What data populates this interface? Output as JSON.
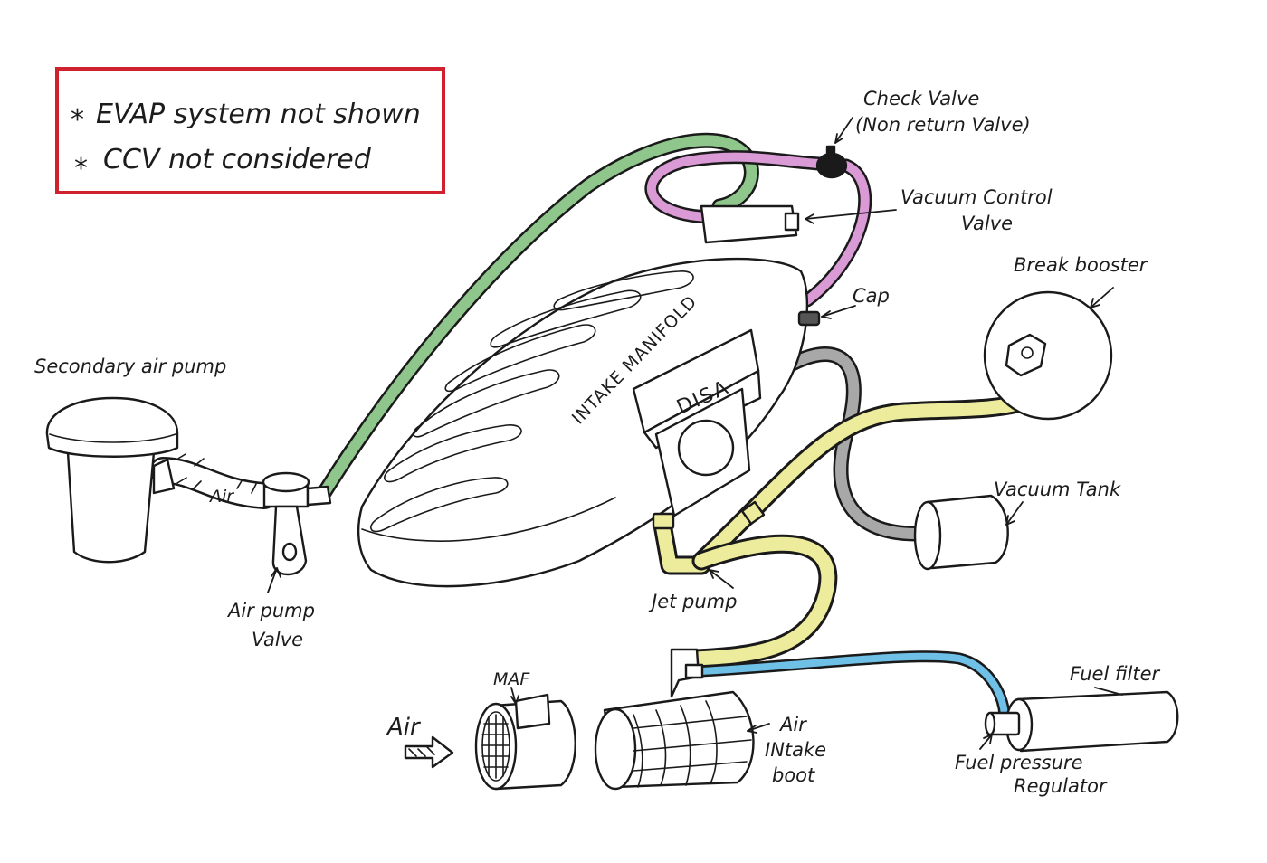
{
  "notes": {
    "line1": "EVAP system not shown",
    "line2": "CCV not considered",
    "bullet": "*",
    "border_color": "#d0212f"
  },
  "labels": {
    "check_valve": "Check Valve",
    "check_valve_sub": "(Non return Valve)",
    "vacuum_control_1": "Vacuum Control",
    "vacuum_control_2": "Valve",
    "cap": "Cap",
    "break_booster": "Break booster",
    "secondary_air_pump": "Secondary air pump",
    "air_in_hose": "Air",
    "intake_manifold": "INTAKE MANIFOLD",
    "disa": "DISA",
    "vacuum_tank": "Vacuum Tank",
    "air_pump_valve_1": "Air pump",
    "air_pump_valve_2": "Valve",
    "jet_pump": "Jet pump",
    "maf": "MAF",
    "air_inlet": "Air",
    "air_intake_boot_1": "Air",
    "air_intake_boot_2": "INtake",
    "air_intake_boot_3": "boot",
    "fuel_filter": "Fuel filter",
    "fuel_pressure_regulator_1": "Fuel pressure",
    "fuel_pressure_regulator_2": "Regulator"
  },
  "hose_colors": {
    "green": "#8fc68c",
    "pink": "#d99ad6",
    "yellow": "#ecec9c",
    "gray": "#a8a8a8",
    "blue": "#6fc0e6"
  },
  "fill_colors": {
    "valve_black": "#1a1a1a",
    "part_white": "#ffffff"
  }
}
